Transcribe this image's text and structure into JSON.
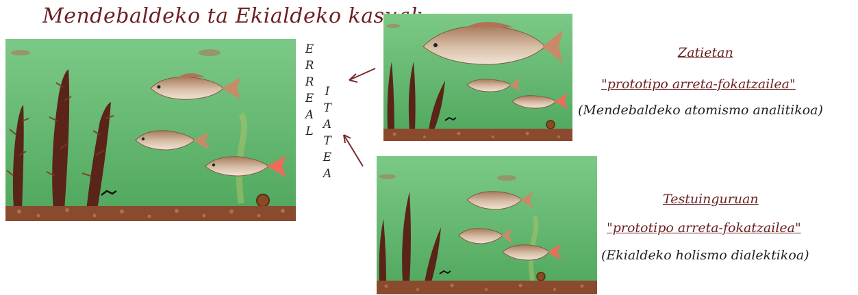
{
  "title": "Mendebaldeko ta Ekialdeko kasuak",
  "vertical_word_1": [
    "E",
    "R",
    "R",
    "E",
    "A",
    "L"
  ],
  "vertical_word_2": [
    "I",
    "T",
    "A",
    "T",
    "E",
    "A"
  ],
  "top_block": {
    "title": "Zatietan",
    "subtitle": "\"prototipo arreta-fokatzailea\"",
    "description": "(Mendebaldeko atomismo analitikoa)"
  },
  "bottom_block": {
    "title": "Testuinguruan",
    "subtitle": "\"prototipo arreta-fokatzailea\"",
    "description": "(Ekialdeko holismo dialektikoa)"
  },
  "colors": {
    "title": "#6b1f22",
    "water": "#5fb56a",
    "gravel": "#8a4a2e",
    "plant": "#5a2418"
  }
}
